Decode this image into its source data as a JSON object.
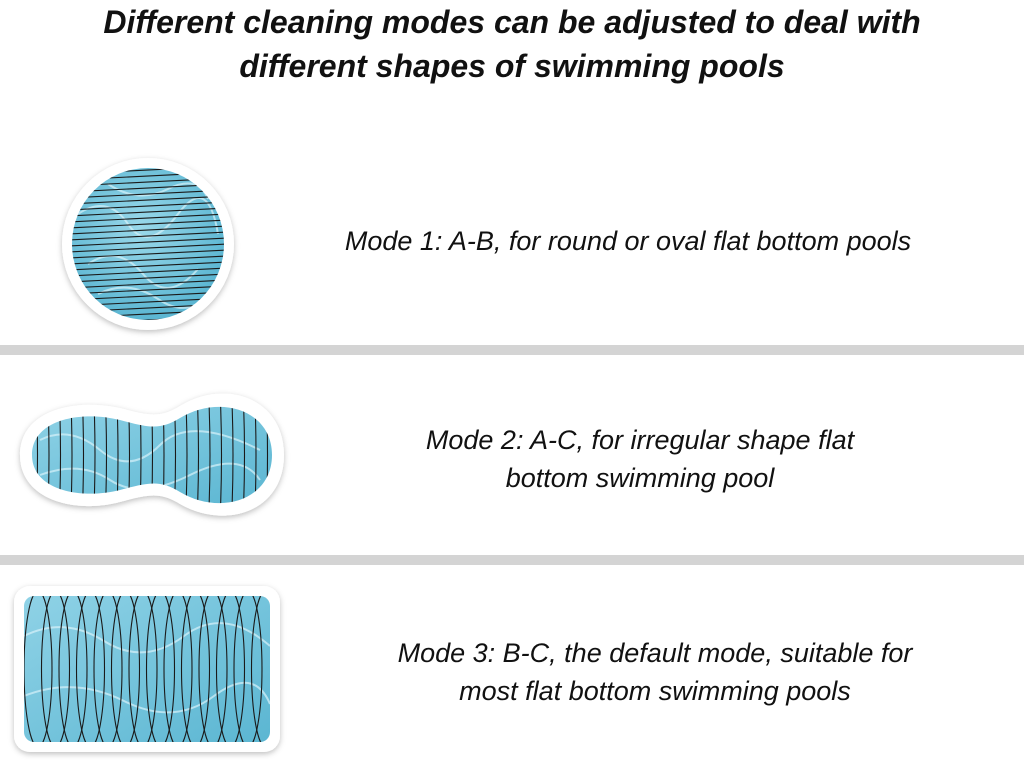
{
  "heading": {
    "line1": "Different cleaning modes can be adjusted to deal with",
    "line2": "different shapes of swimming pools"
  },
  "modes": [
    {
      "line1": "Mode 1: A-B, for round or oval flat bottom pools",
      "icon": "round-pool-icon"
    },
    {
      "line1": "Mode 2: A-C, for irregular shape flat",
      "line2": "bottom swimming pool",
      "icon": "irregular-pool-icon"
    },
    {
      "line1": "Mode 3: B-C, the default mode, suitable for",
      "line2": "most flat bottom swimming pools",
      "icon": "rectangular-pool-icon"
    }
  ],
  "colors": {
    "water": "#6fc4dc",
    "water_light": "#b9e6f2",
    "divider": "#d4d4d4",
    "path": "#1a1a1a"
  }
}
